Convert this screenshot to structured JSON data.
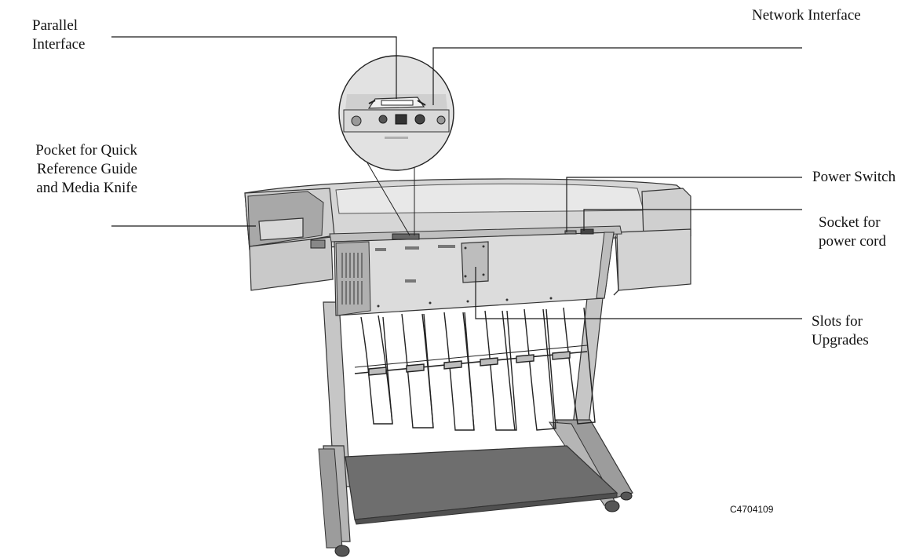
{
  "callouts": {
    "parallel_interface": [
      "Parallel",
      "Interface"
    ],
    "network_interface": [
      "Network Interface"
    ],
    "pocket": [
      "Pocket for Quick",
      "Reference Guide",
      "and Media Knife"
    ],
    "power_switch": [
      "Power Switch"
    ],
    "power_socket": [
      "Socket for",
      "power cord"
    ],
    "upgrade_slots": [
      "Slots for",
      "Upgrades"
    ]
  },
  "figure_code": "C4704109",
  "colors": {
    "body": "#d9d9d9",
    "body_dark": "#a9a9a9",
    "panel": "#c8c8c8",
    "shadow": "#7d7d7d",
    "stand": "#bdbdbd",
    "shelf": "#6e6e6e",
    "line": "#1a1a1a"
  }
}
